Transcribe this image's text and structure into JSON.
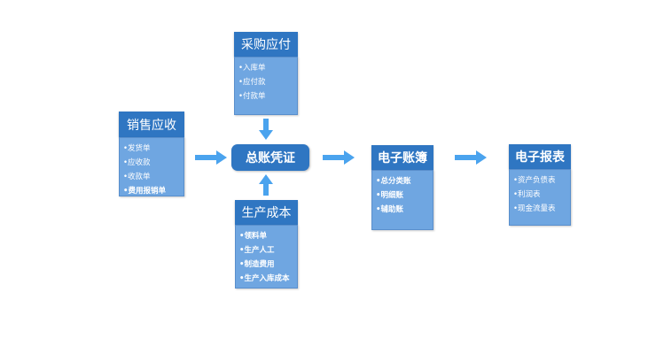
{
  "center": {
    "label": "总账凭证"
  },
  "purchase": {
    "title": "采购应付",
    "items": [
      "入库单",
      "应付款",
      "付款单"
    ]
  },
  "sales": {
    "title": "销售应收",
    "items": [
      "发货单",
      "应收款",
      "收款单",
      "费用报销单"
    ]
  },
  "production": {
    "title": "生产成本",
    "items": [
      "领料单",
      "生产人工",
      "制造费用",
      "生产入库成本"
    ]
  },
  "ledger": {
    "title": "电子账簿",
    "items": [
      "总分类账",
      "明细账",
      "辅助账"
    ]
  },
  "reports": {
    "title": "电子报表",
    "items": [
      "资产负债表",
      "利润表",
      "现金流量表"
    ]
  },
  "colors": {
    "header": "#2f76c2",
    "body": "#6fa6e1",
    "arrow": "#4aa3ee"
  }
}
